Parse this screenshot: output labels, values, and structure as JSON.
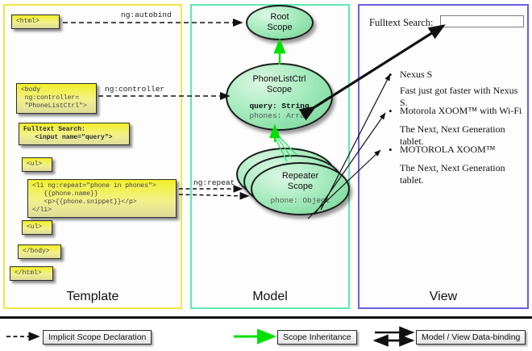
{
  "panels": [
    {
      "key": "template",
      "label": "Template",
      "border_color": "#f2e646"
    },
    {
      "key": "model",
      "label": "Model",
      "border_color": "#5fe8ae"
    },
    {
      "key": "view",
      "label": "View",
      "border_color": "#6a5de0"
    }
  ],
  "template": {
    "boxes": [
      {
        "name": "html-open",
        "text": "<html>"
      },
      {
        "name": "body-controller",
        "text": "<body\n ng:controller=\n \"PhoneListCtrl\">"
      },
      {
        "name": "fulltext-search",
        "text": "Fulltext Search:\n   <input name=\"query\">"
      },
      {
        "name": "ul-open",
        "text": "<ul>"
      },
      {
        "name": "li-repeat",
        "text": "<li ng:repeat=\"phone in phones\">\n   {{phone.name}}\n   <p>{{phone.snippet}}</p>\n</li>"
      },
      {
        "name": "ul-close",
        "text": "<ul>"
      },
      {
        "name": "body-close",
        "text": "</body>"
      },
      {
        "name": "html-close",
        "text": "</html>"
      }
    ]
  },
  "model": {
    "root_scope": {
      "line1": "Root",
      "line2": "Scope"
    },
    "phonelist_scope": {
      "line1": "PhoneListCtrl",
      "line2": "Scope",
      "prop1": "query: String",
      "prop2": "phones: Array"
    },
    "repeater_scope": {
      "line1": "Repeater",
      "line2": "Scope",
      "prop1": "phone: Object"
    }
  },
  "edges": {
    "autobind": "ng:autobind",
    "controller": "ng:controller",
    "repeat": "ng:repeat"
  },
  "view": {
    "search_label": "Fulltext Search:",
    "search_value": "",
    "search_placeholder": "",
    "items": [
      {
        "name": "Nexus S",
        "snippet": "Fast just got faster with Nexus S."
      },
      {
        "name": "Motorola XOOM™  with Wi-Fi",
        "snippet": "The Next, Next Generation tablet."
      },
      {
        "name": "MOTOROLA XOOM™",
        "snippet": "The Next, Next Generation tablet."
      }
    ]
  },
  "legend": [
    {
      "name": "implicit-scope-declaration",
      "label": "Implicit Scope Declaration",
      "style": "dashed-arrow",
      "color": "#111111"
    },
    {
      "name": "scope-inheritance",
      "label": "Scope Inheritance",
      "style": "solid-arrow",
      "color": "#00e000"
    },
    {
      "name": "model-view-data-binding",
      "label": "Model / View Data-binding",
      "style": "double-arrow",
      "color": "#111111"
    }
  ],
  "colors": {
    "template_border": "#f2e646",
    "model_border": "#5fe8ae",
    "view_border": "#6a5de0",
    "code_fill": "#f2ef28",
    "scope_fill": "#6fd392",
    "inheritance": "#00e000"
  }
}
